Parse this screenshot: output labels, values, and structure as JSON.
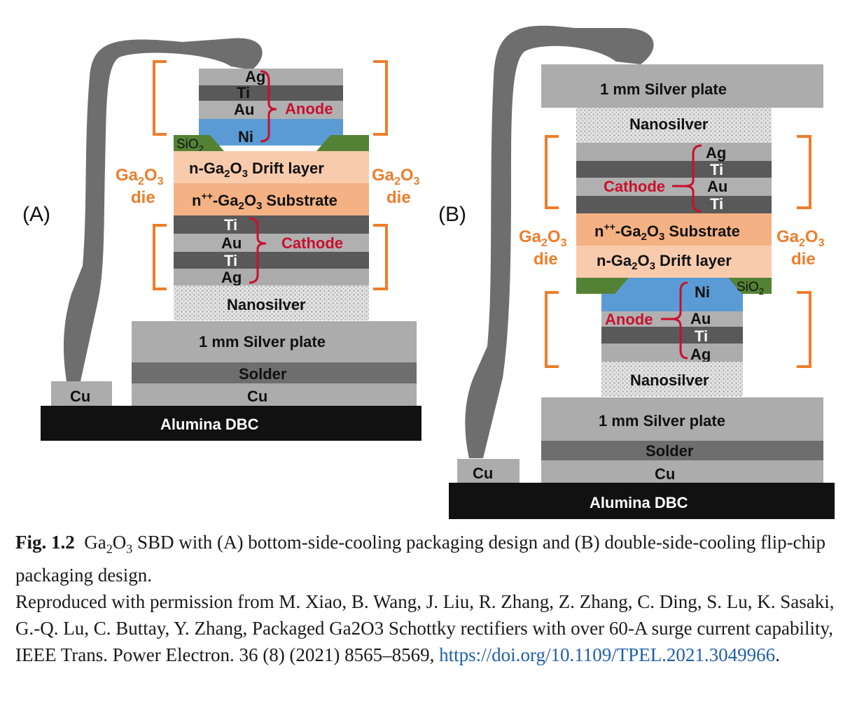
{
  "panels": {
    "a": {
      "panel_label": "(A)",
      "die_label_1": "Ga",
      "die_label_2": "O",
      "die_label_3": "die",
      "anode_label": "Anode",
      "cathode_label": "Cathode",
      "layers": {
        "ag_top": "Ag",
        "ti_top": "Ti",
        "au_top": "Au",
        "ni": "Ni",
        "sio2": "SiO",
        "drift": "n-Ga",
        "drift_mid": "O",
        "drift_end": " Drift layer",
        "substrate_pre": "n",
        "substrate_sup": "++",
        "substrate_mid": "-Ga",
        "substrate_mid2": "O",
        "substrate_end": " Substrate",
        "ti_1": "Ti",
        "au_bot": "Au",
        "ti_2": "Ti",
        "ag_bot": "Ag",
        "nanosilver": "Nanosilver",
        "silver_plate": "1 mm Silver plate",
        "solder": "Solder",
        "cu_main": "Cu",
        "cu_side": "Cu",
        "dbc": "Alumina DBC"
      }
    },
    "b": {
      "panel_label": "(B)",
      "die_label_1": "Ga",
      "die_label_2": "O",
      "die_label_3": "die",
      "anode_label": "Anode",
      "cathode_label": "Cathode",
      "layers": {
        "silver_plate_top": "1 mm Silver plate",
        "nanosilver_top": "Nanosilver",
        "ag_top": "Ag",
        "ti_1": "Ti",
        "au_top": "Au",
        "ti_2": "Ti",
        "substrate_pre": "n",
        "substrate_sup": "++",
        "substrate_mid": "-Ga",
        "substrate_mid2": "O",
        "substrate_end": " Substrate",
        "drift": "n-Ga",
        "drift_mid": "O",
        "drift_end": " Drift layer",
        "ni": "Ni",
        "sio2": "SiO",
        "au_bot": "Au",
        "ti_bot": "Ti",
        "ag_bot": "Ag",
        "nanosilver_bot": "Nanosilver",
        "silver_plate_bot": "1 mm Silver plate",
        "solder": "Solder",
        "cu_main": "Cu",
        "cu_side": "Cu",
        "dbc": "Alumina DBC"
      }
    }
  },
  "subscripts": {
    "two": "2",
    "three": "3"
  },
  "caption": {
    "fig_num": "Fig. 1.2",
    "text_1a": "Ga",
    "text_1b": "2",
    "text_1c": "O",
    "text_1d": "3",
    "text_1e": " SBD with (A) bottom-side-cooling packaging design and (B) double-side-cooling flip-chip packaging design.",
    "credit": "Reproduced with permission from M. Xiao, B. Wang, J. Liu, R. Zhang, Z. Zhang, C. Ding, S. Lu, K. Sasaki, G.-Q. Lu, C. Buttay, Y. Zhang, Packaged Ga2O3 Schottky rectifiers with over 60-A surge current capability, IEEE Trans. Power Electron. 36 (8) (2021) 8565–8569, ",
    "doi": "https://doi.org/10.1109/TPEL.2021.3049966",
    "doi_end": "."
  },
  "colors": {
    "silver": "#acacac",
    "ti_dark": "#595959",
    "au_gray": "#b0b0b0",
    "ni_blue": "#5b9bd5",
    "sio2_green": "#548235",
    "drift_peach": "#f8cbad",
    "substrate_orange": "#f4b183",
    "dbc_black": "#111111",
    "solder_dark": "#6e6e6e",
    "wire": "#6e6e6e",
    "bracket_orange": "#ee7d2b",
    "label_red": "#c8102e"
  }
}
